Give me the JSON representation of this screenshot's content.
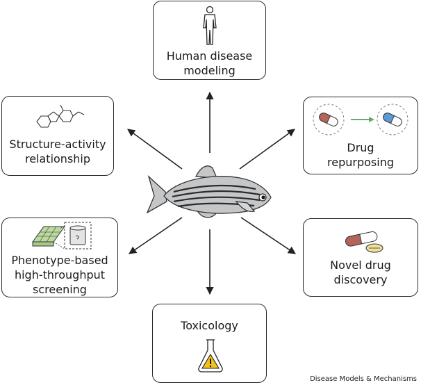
{
  "nodes": {
    "human_disease": {
      "line1": "Human disease",
      "line2": "modeling",
      "icon": "human-figure-icon"
    },
    "sar": {
      "line1": "Structure-activity",
      "line2": "relationship",
      "icon": "chemical-structure-icon"
    },
    "drug_repurposing": {
      "line1": "Drug",
      "line2": "repurposing",
      "icon": "capsule-swap-icon"
    },
    "phenotype": {
      "line1": "Phenotype-based",
      "line2": "high-throughput",
      "line3": "screening",
      "icon": "well-plate-icon"
    },
    "novel_drug": {
      "line1": "Novel drug",
      "line2": "discovery",
      "icon": "pills-icon"
    },
    "toxicology": {
      "line1": "Toxicology",
      "icon": "warning-flask-icon"
    }
  },
  "center": {
    "icon": "zebrafish-icon"
  },
  "credit": "Disease Models & Mechanisms",
  "colors": {
    "outline": "#2a2a2a",
    "capsule_red": "#b5645a",
    "capsule_blue": "#5b9bd5",
    "arrow_green": "#6aa86a",
    "warning_yellow": "#f2c21b",
    "pill_yellow": "#efe09a",
    "fish_body": "#c4c6c8"
  }
}
